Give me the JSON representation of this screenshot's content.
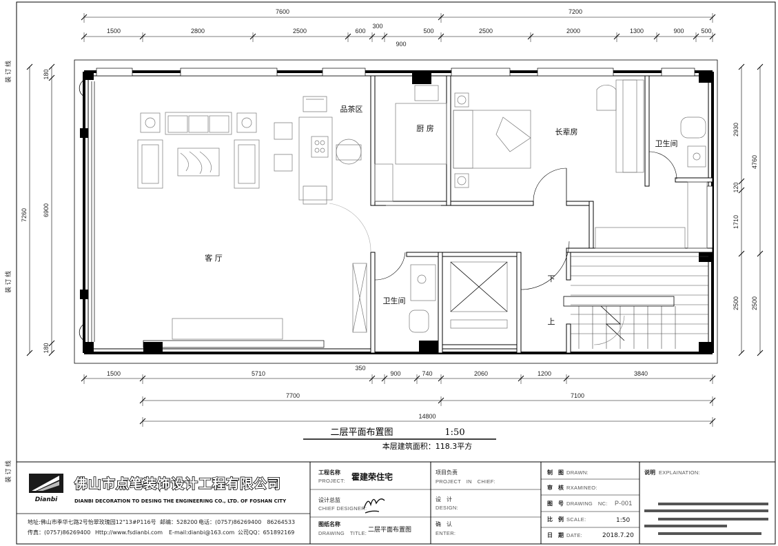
{
  "dims_top_outer": [
    "7600",
    "7200"
  ],
  "dims_top_inner": [
    "1500",
    "2800",
    "2500",
    "600",
    "300",
    "500",
    "2500",
    "2000",
    "1300",
    "900",
    "500"
  ],
  "dim_top_extra": "900",
  "dims_bottom_inner": [
    "1500",
    "5710",
    "350",
    "900",
    "740",
    "2060",
    "1200",
    "3840"
  ],
  "dims_bottom_mid": [
    "7700",
    "7100"
  ],
  "dim_bottom_total": "14800",
  "dims_left_outer": "7260",
  "dims_left_inner": [
    "180",
    "6900",
    "180"
  ],
  "dims_right_outer": [
    "4760",
    "2500"
  ],
  "dims_right_inner": [
    "2930",
    "120",
    "1710",
    "2500"
  ],
  "binding_label": "装 订 线",
  "rooms": {
    "living": "客 厅",
    "tea": "品茶区",
    "kitchen": "厨 房",
    "elder": "长辈房",
    "bath_upper": "卫生间",
    "bath_lower": "卫生间",
    "stair_down": "下",
    "stair_up": "上"
  },
  "drawing_title": "二层平面布置图",
  "drawing_scale": "1:50",
  "area_note": "本层建筑面积：118.3平方",
  "titleblock": {
    "company_cn": "佛山市点笔装饰设计工程有限公司",
    "company_en": "DIANBI DECORATION TO DESING THE ENGINEERING CO., LTD. OF FOSHAN CITY",
    "logo_text": "Dianbi",
    "address": "地址:佛山市季华七路2号怡翠玫瑰园12\"13#P116号",
    "postcode": "邮编：528200",
    "phone": "电话：(0757)86269400　86264533",
    "fax": "传真：(0757)86269400",
    "web": "Http://www.fsdianbi.com",
    "email": "E-mail:dianbi@163.com",
    "qq": "公司QQ：651892169",
    "project_label_cn": "工程名称",
    "project_label_en": "PROJECT:",
    "project_name": "霍建荣住宅",
    "designer_label_cn": "设计总监",
    "designer_label_en": "CHIEF DESIGNER:",
    "drawing_label_cn": "图纸名称",
    "drawing_label_en": "DRAWING　TITLE:",
    "drawing_name": "二层平面布置图",
    "pic_label_cn": "项目负责",
    "pic_label_en": "PROJECT　IN　CHIEF:",
    "design_label_cn": "设　计",
    "design_label_en": "DESIGN:",
    "enter_label_cn": "确　认",
    "enter_label_en": "ENTER:",
    "drawn_label_cn": "制　图",
    "drawn_label_en": "DRAWN:",
    "exam_label_cn": "审　核",
    "exam_label_en": "RXAMINEO:",
    "no_label_cn": "图　号",
    "no_label_en": "DRAWING　NC:",
    "no_value": "P-001",
    "scale_label_cn": "比　例",
    "scale_label_en": "SCALE:",
    "scale_value": "1:50",
    "date_label_cn": "日　期",
    "date_label_en": "DATE:",
    "date_value": "2018.7.20",
    "explain_label_cn": "说明",
    "explain_label_en": "EXPLAINATION:"
  }
}
